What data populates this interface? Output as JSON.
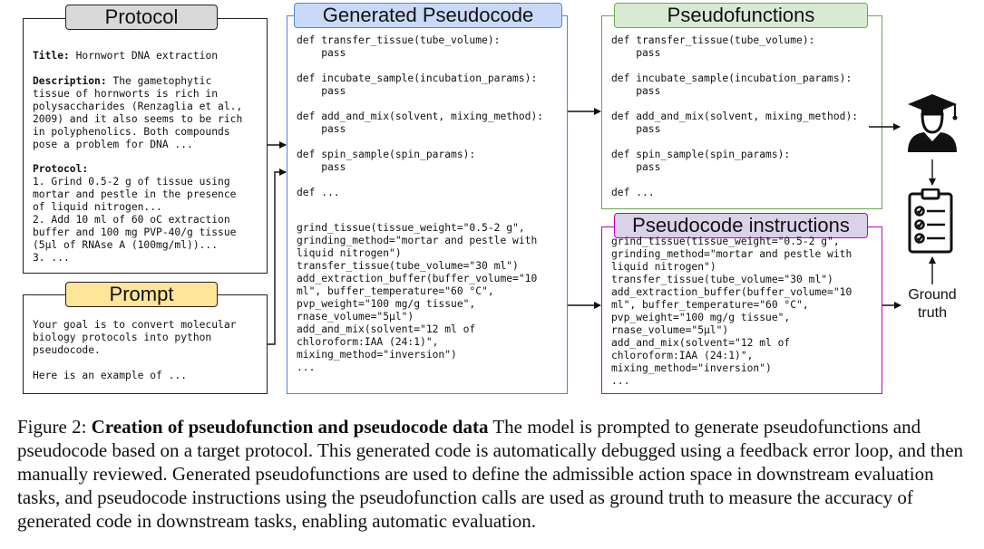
{
  "protocol": {
    "tab": "Protocol",
    "title_label": "Title:",
    "title_value": " Hornwort DNA extraction",
    "description_label": "Description:",
    "description_text": [
      " The gametophytic",
      "tissue of hornworts is rich in",
      "polysaccharides (Renzaglia et al.,",
      "2009) and it also seems to be rich",
      "in polyphenolics. Both compounds",
      "pose a problem for DNA ..."
    ],
    "protocol_label": "Protocol:",
    "protocol_lines": [
      "1. Grind 0.5-2 g of tissue using",
      "mortar and pestle in the presence",
      "of liquid nitrogen...",
      "2. Add 10 ml of 60 oC extraction",
      "buffer and 100 mg PVP-40/g tissue",
      "(5µl of RNAse A (100mg/ml))...",
      "3. ..."
    ]
  },
  "prompt": {
    "tab": "Prompt",
    "lines": [
      "Your goal is to convert molecular",
      "biology protocols into python",
      "pseudocode.",
      "",
      "Here is an example of ..."
    ]
  },
  "generated": {
    "tab": "Generated Pseudocode",
    "functions_text": "def transfer_tissue(tube_volume):\n    pass\n\ndef incubate_sample(incubation_params):\n    pass\n\ndef add_and_mix(solvent, mixing_method):\n    pass\n\ndef spin_sample(spin_params):\n    pass\n\ndef ...",
    "calls_text": "grind_tissue(tissue_weight=\"0.5-2 g\",\ngrinding_method=\"mortar and pestle with\nliquid nitrogen\")\ntransfer_tissue(tube_volume=\"30 ml\")\nadd_extraction_buffer(buffer_volume=\"10\nml\", buffer_temperature=\"60 °C\",\npvp_weight=\"100 mg/g tissue\",\nrnase_volume=\"5µl\")\nadd_and_mix(solvent=\"12 ml of\nchloroform:IAA (24:1)\",\nmixing_method=\"inversion\")\n..."
  },
  "pseudofunctions": {
    "tab": "Pseudofunctions",
    "text": "def transfer_tissue(tube_volume):\n    pass\n\ndef incubate_sample(incubation_params):\n    pass\n\ndef add_and_mix(solvent, mixing_method):\n    pass\n\ndef spin_sample(spin_params):\n    pass\n\ndef ..."
  },
  "instructions": {
    "tab": "Pseudocode instructions",
    "text": "grind_tissue(tissue_weight=\"0.5-2 g\",\ngrinding_method=\"mortar and pestle with\nliquid nitrogen\")\ntransfer_tissue(tube_volume=\"30 ml\")\nadd_extraction_buffer(buffer_volume=\"10\nml\", buffer_temperature=\"60 °C\",\npvp_weight=\"100 mg/g tissue\",\nrnase_volume=\"5µl\")\nadd_and_mix(solvent=\"12 ml of\nchloroform:IAA (24:1)\",\nmixing_method=\"inversion\")\n..."
  },
  "ground_truth": {
    "line1": "Ground",
    "line2": "truth"
  },
  "caption": {
    "label": "Figure 2: ",
    "bold": "Creation of pseudofunction and pseudocode data",
    "text": " The model is prompted to generate pseudofunctions and pseudocode based on a target protocol. This generated code is automatically debugged using a feedback error loop, and then manually reviewed. Generated pseudofunctions are used to define the admissible action space in downstream evaluation tasks, and pseudocode instructions using the pseudofunction calls are used as ground truth to measure the accuracy of generated code in downstream tasks, enabling automatic evaluation."
  },
  "colors": {
    "protocol_tab": "#d9d9d9",
    "prompt_tab": "#ffe599",
    "generated_tab": "#c9daf8",
    "generated_border": "#4a86e8",
    "pseudofunctions_tab": "#d9ead3",
    "pseudofunctions_border": "#6aa84f",
    "instructions_tab": "#d9d2e9",
    "instructions_border": "#c000c0"
  },
  "icons": [
    "teacher-icon",
    "checklist-icon"
  ]
}
